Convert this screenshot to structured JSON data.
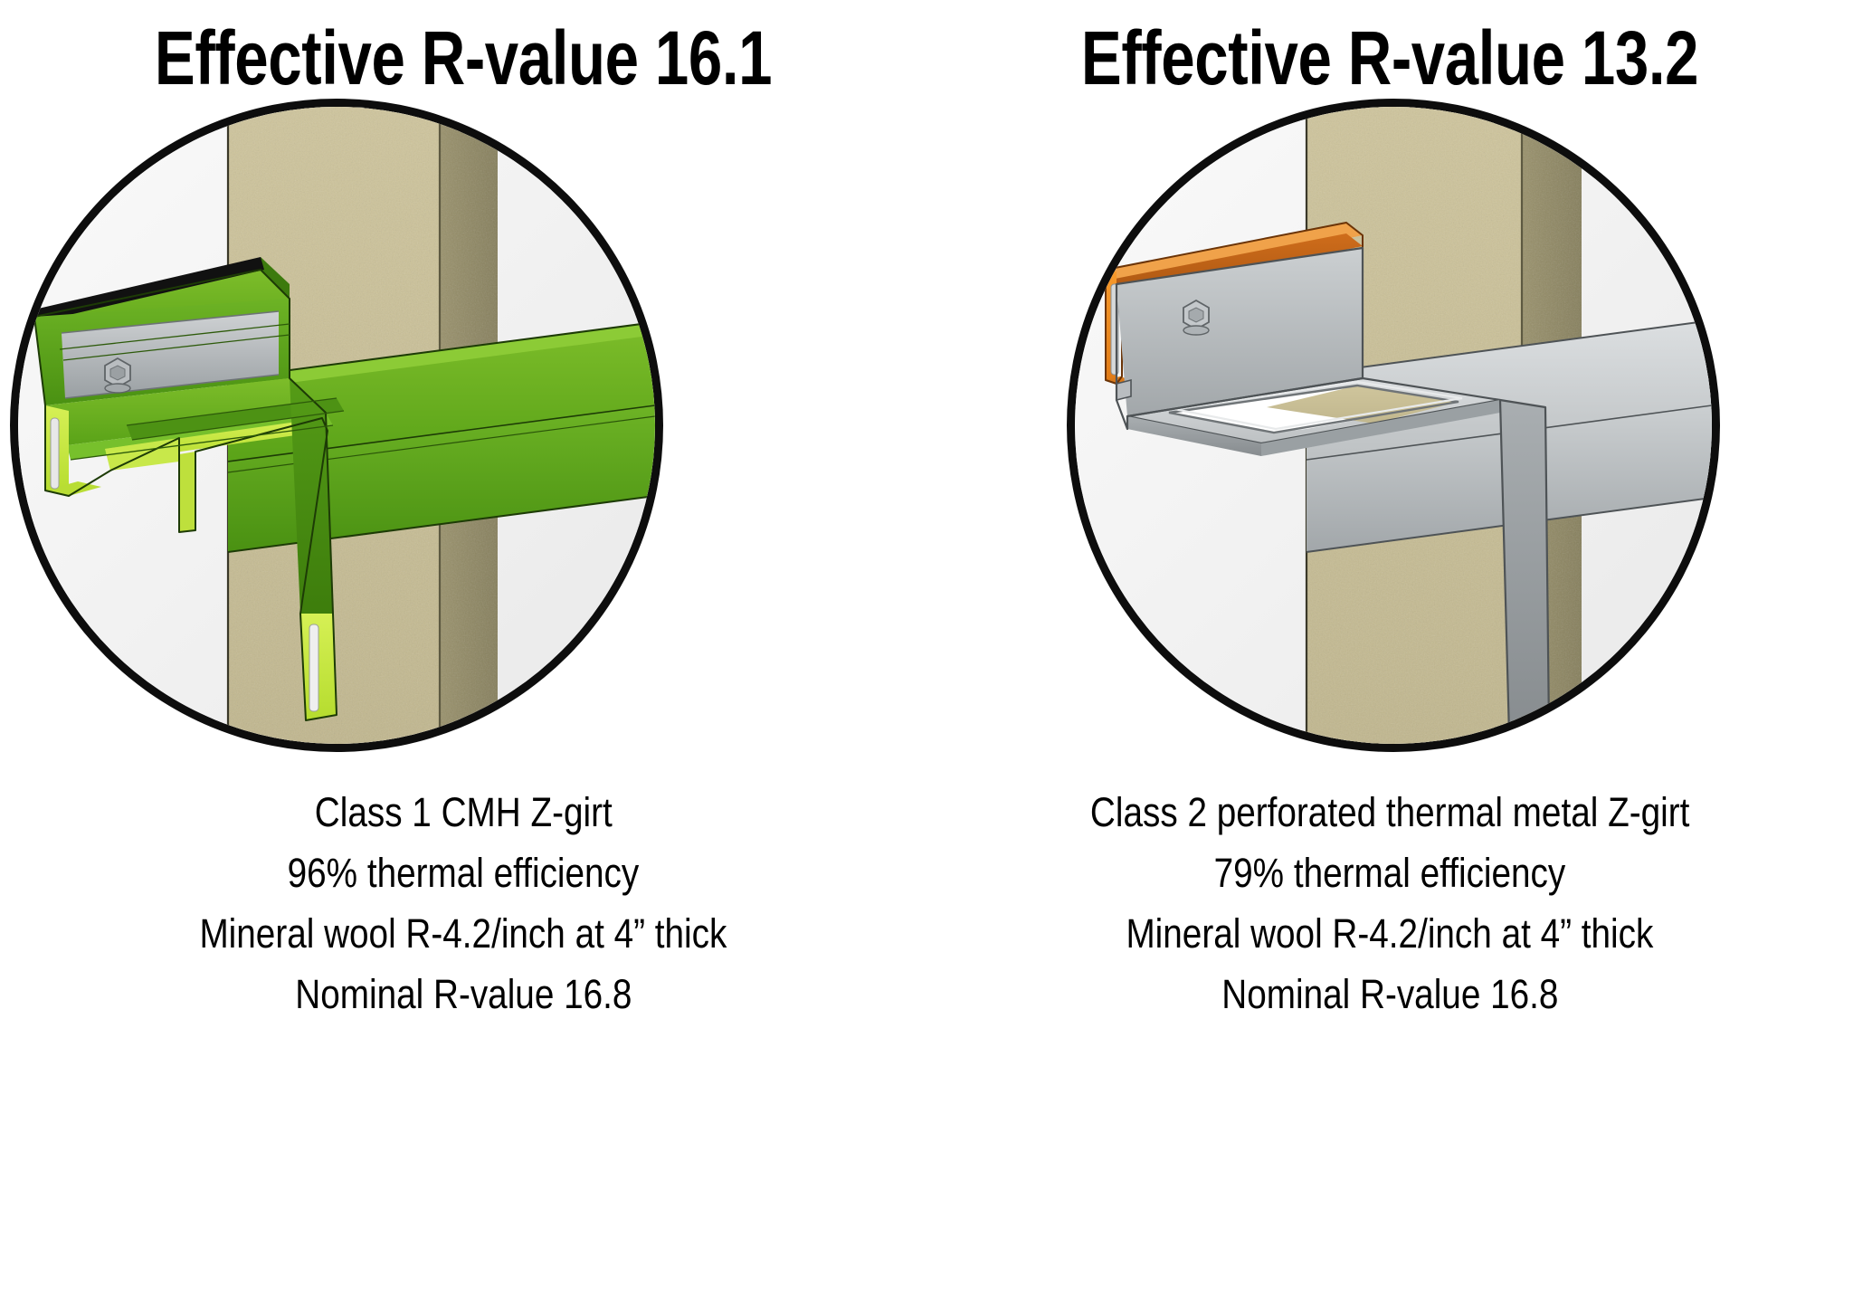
{
  "page": {
    "background_color": "#ffffff",
    "layout": "two-panel comparison"
  },
  "panels": [
    {
      "id": "left",
      "title": "Effective R-value 16.1",
      "effective_r_value": "16.1",
      "illustration": {
        "name": "class-1-cmh-z-girt-illustration",
        "girt_color": "#4f9b15",
        "girt_highlight_color": "#a8d82a",
        "girt_edge_color": "#c8e84a",
        "metal_plate_color": "#b0b3b5",
        "insulation_face_color": "#c8be95",
        "insulation_side_color": "#8e8763",
        "background_color": "#f2f2f2",
        "ring_color": "#0d0d0d",
        "fastener": "hex-bolt"
      },
      "captions": [
        "Class 1 CMH Z-girt",
        "96% thermal efficiency",
        "Mineral wool R-4.2/inch at 4” thick",
        "Nominal R-value 16.8"
      ],
      "thermal_efficiency": "96%",
      "insulation": "Mineral wool R-4.2/inch at 4” thick",
      "nominal_r_value": "16.8"
    },
    {
      "id": "right",
      "title": "Effective R-value 13.2",
      "effective_r_value": "13.2",
      "illustration": {
        "name": "class-2-perforated-thermal-metal-z-girt-illustration",
        "girt_color": "#b9bcbe",
        "girt_highlight_color": "#d8dadb",
        "girt_shadow_color": "#8e9294",
        "accent_flange_color": "#c4661a",
        "accent_flange_edge_color": "#ef8a24",
        "insulation_face_color": "#c8be95",
        "insulation_side_color": "#8e8763",
        "background_color": "#f2f2f2",
        "ring_color": "#0d0d0d",
        "fastener": "hex-bolt",
        "perforation": "rectangular slot in web"
      },
      "captions": [
        "Class 2 perforated thermal metal Z-girt",
        "79% thermal efficiency",
        "Mineral wool R-4.2/inch at 4” thick",
        "Nominal R-value 16.8"
      ],
      "thermal_efficiency": "79%",
      "insulation": "Mineral wool R-4.2/inch at 4” thick",
      "nominal_r_value": "16.8"
    }
  ]
}
